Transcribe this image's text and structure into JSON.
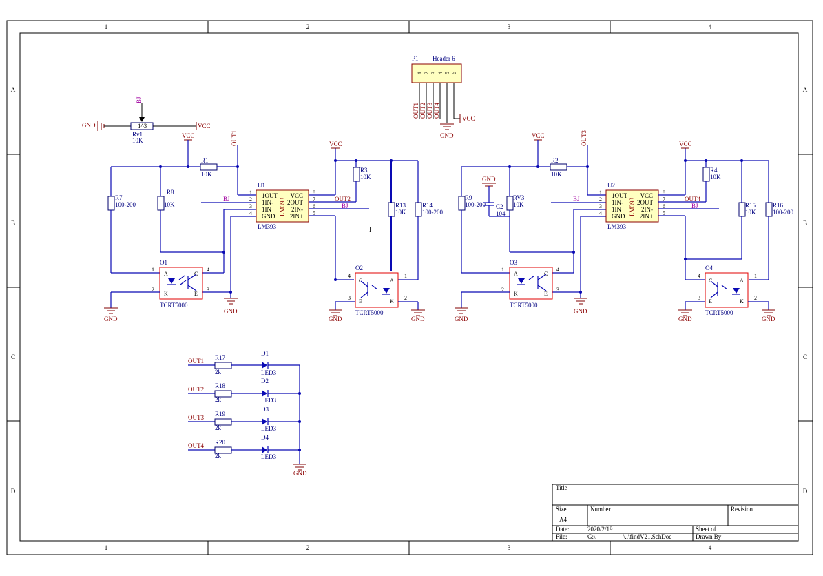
{
  "border": {
    "columns": [
      "1",
      "2",
      "3",
      "4"
    ],
    "rows": [
      "A",
      "B",
      "C",
      "D"
    ]
  },
  "header": {
    "ref": "P1",
    "name": "Header 6",
    "pins": [
      "1",
      "2",
      "3",
      "4",
      "5",
      "6"
    ],
    "nets": [
      "OUT1",
      "OUT2",
      "OUT3",
      "OUT4"
    ]
  },
  "net": {
    "gnd": "GND",
    "vcc": "VCC",
    "bj": "BJ"
  },
  "rv1": {
    "ref": "Rv1",
    "value": "10K",
    "pot_label": "1^3"
  },
  "left": {
    "r1": {
      "ref": "R1",
      "value": "10K"
    },
    "r3": {
      "ref": "R3",
      "value": "10K"
    },
    "r7": {
      "ref": "R7",
      "value": "100-200"
    },
    "r8": {
      "ref": "R8",
      "value": "10K"
    },
    "r13": {
      "ref": "R13",
      "value": "10K"
    },
    "r14": {
      "ref": "R14",
      "value": "100-200"
    },
    "u": {
      "ref": "U1",
      "part": "LM393",
      "body": "LM393"
    },
    "o1": {
      "ref": "O1",
      "part": "TCRT5000"
    },
    "o2": {
      "ref": "O2",
      "part": "TCRT5000"
    },
    "out_a": "OUT1",
    "out_b": "OUT2"
  },
  "right": {
    "r2": {
      "ref": "R2",
      "value": "10K"
    },
    "r4": {
      "ref": "R4",
      "value": "10K"
    },
    "r9": {
      "ref": "R9",
      "value": "100-200"
    },
    "rv3": {
      "ref": "RV3",
      "value": "10K"
    },
    "c2": {
      "ref": "C2",
      "value": "104"
    },
    "r15": {
      "ref": "R15",
      "value": "10K"
    },
    "r16": {
      "ref": "R16",
      "value": "100-200"
    },
    "u": {
      "ref": "U2",
      "part": "LM393",
      "body": "LM393"
    },
    "o3": {
      "ref": "O3",
      "part": "TCRT5000"
    },
    "o4": {
      "ref": "O4",
      "part": "TCRT5000"
    },
    "out_a": "OUT3",
    "out_b": "OUT4"
  },
  "ic_pins": {
    "left_names": [
      "1OUT",
      "1IN-",
      "1IN+",
      "GND"
    ],
    "right_names": [
      "VCC",
      "2OUT",
      "2IN-",
      "2IN+"
    ],
    "left_nums": [
      "1",
      "2",
      "3",
      "4"
    ],
    "right_nums": [
      "8",
      "7",
      "6",
      "5"
    ]
  },
  "opto_pins": {
    "a": "A",
    "k": "K",
    "c": "C",
    "e": "E"
  },
  "leds": [
    {
      "net": "OUT1",
      "r": "R17",
      "rv": "2k",
      "d": "D1",
      "dv": "LED3"
    },
    {
      "net": "OUT2",
      "r": "R18",
      "rv": "2k",
      "d": "D2",
      "dv": "LED3"
    },
    {
      "net": "OUT3",
      "r": "R19",
      "rv": "2k",
      "d": "D3",
      "dv": "LED3"
    },
    {
      "net": "OUT4",
      "r": "R20",
      "rv": "2k",
      "d": "D4",
      "dv": "LED3"
    }
  ],
  "misc_mark": "I",
  "title_block": {
    "title": "Title",
    "size_label": "Size",
    "size": "A4",
    "number": "Number",
    "revision": "Revision",
    "date_label": "Date:",
    "date": "2020/2/19",
    "sheet": "Sheet    of",
    "file_label": "File:",
    "file": "G:\\                  \\..\\findV21.SchDoc",
    "drawn": "Drawn By:"
  }
}
